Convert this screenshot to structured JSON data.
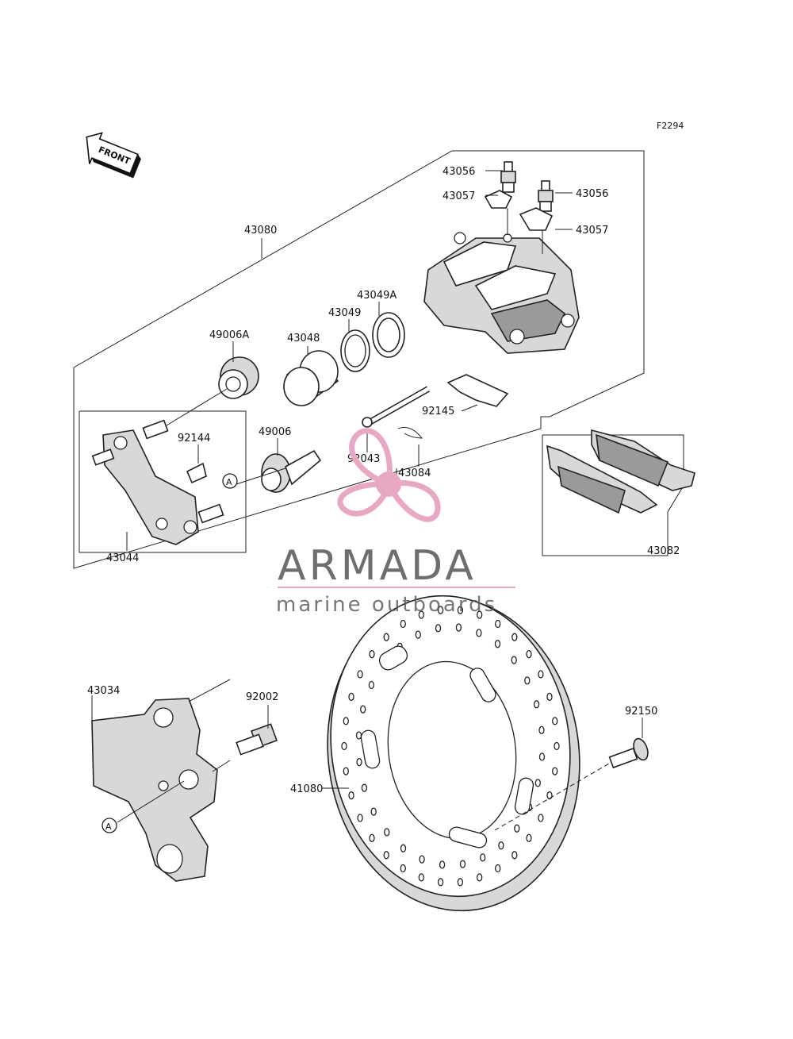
{
  "figure_code": "F2294",
  "front_indicator": "FRONT",
  "parts": {
    "p43056a": "43056",
    "p43056b": "43056",
    "p43057a": "43057",
    "p43057b": "43057",
    "p43080": "43080",
    "p43049A": "43049A",
    "p43049": "43049",
    "p43048": "43048",
    "p49006A": "49006A",
    "p92145": "92145",
    "p92144": "92144",
    "p49006": "49006",
    "p92043": "92043",
    "p43084": "43084",
    "p43044": "43044",
    "p43082": "43082",
    "p43034": "43034",
    "p92002": "92002",
    "p92150": "92150",
    "p41080": "41080"
  },
  "ref_marker": "A",
  "watermark": {
    "brand": "ARMADA",
    "tagline": "marine outboards",
    "colors": {
      "pink": "#e8a8c4",
      "gray": "#555555"
    }
  }
}
